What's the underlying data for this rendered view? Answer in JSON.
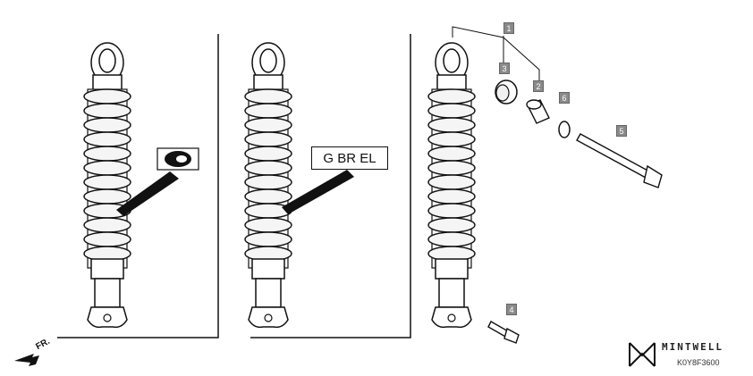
{
  "panel2_label": "G  BR EL",
  "callouts": [
    "1",
    "3",
    "2",
    "6",
    "5",
    "4"
  ],
  "direction_label": "FR.",
  "brand": "MINTWELL",
  "part_code": "K0Y8F3600",
  "colors": {
    "line": "#111111",
    "spring_fill": "#f5f5f5",
    "callout_bg": "#8a8a8a"
  }
}
